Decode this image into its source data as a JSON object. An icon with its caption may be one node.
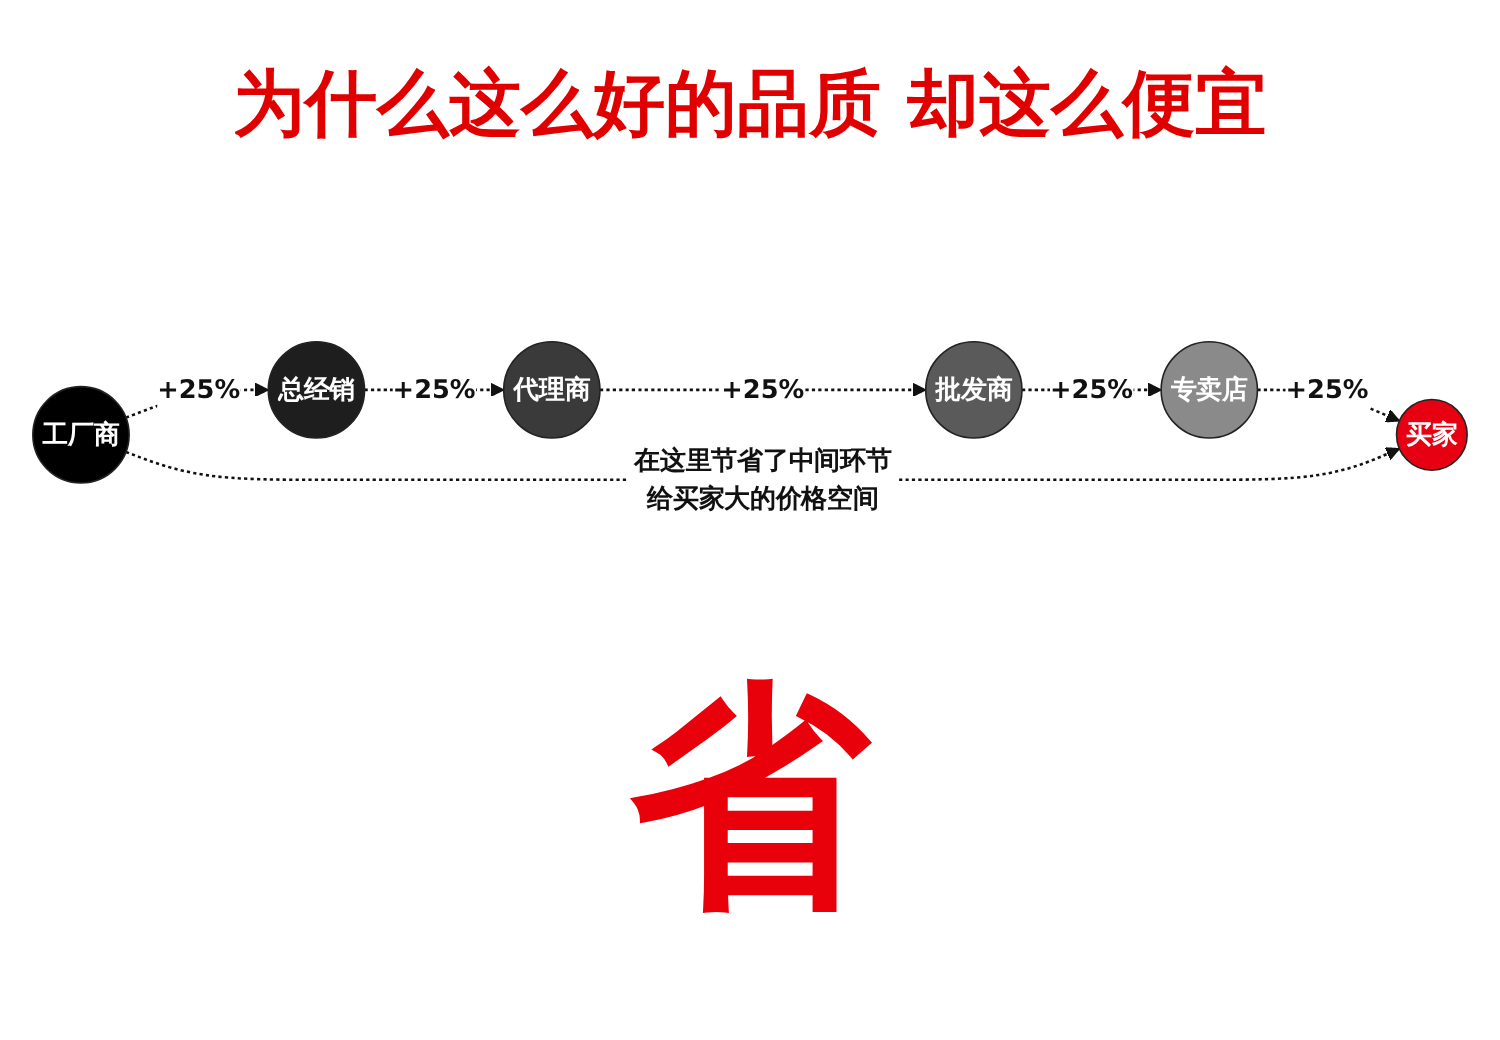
{
  "diagram": {
    "title": "为什么这么好的品质 却这么便宜",
    "nodes": [
      {
        "text": [
          "工厂商"
        ]
      },
      {
        "text": [
          "总经销"
        ]
      },
      {
        "text": [
          "代理商"
        ]
      },
      {
        "text": [
          "批发商"
        ]
      },
      {
        "text": [
          "专卖店"
        ]
      },
      {
        "text": [
          "买家"
        ]
      }
    ],
    "edges": [
      {
        "from": 0,
        "to": 1,
        "arrow": "to",
        "label": "+25%",
        "style": "dashed"
      },
      {
        "from": 1,
        "to": 2,
        "arrow": "to",
        "label": "+25%",
        "style": "dashed"
      },
      {
        "from": 2,
        "to": 3,
        "arrow": "to",
        "label": "+25%",
        "style": "dashed"
      },
      {
        "from": 3,
        "to": 4,
        "arrow": "to",
        "label": "+25%",
        "style": "dashed"
      },
      {
        "from": 4,
        "to": 5,
        "arrow": "to",
        "label": "+25%",
        "style": "dashed"
      },
      {
        "from": 0,
        "to": 5,
        "arrow": "to",
        "label": "在这里节省了中间环节给买家大的价格空间",
        "style": "dashed"
      }
    ],
    "labels": [
      "省"
    ]
  }
}
